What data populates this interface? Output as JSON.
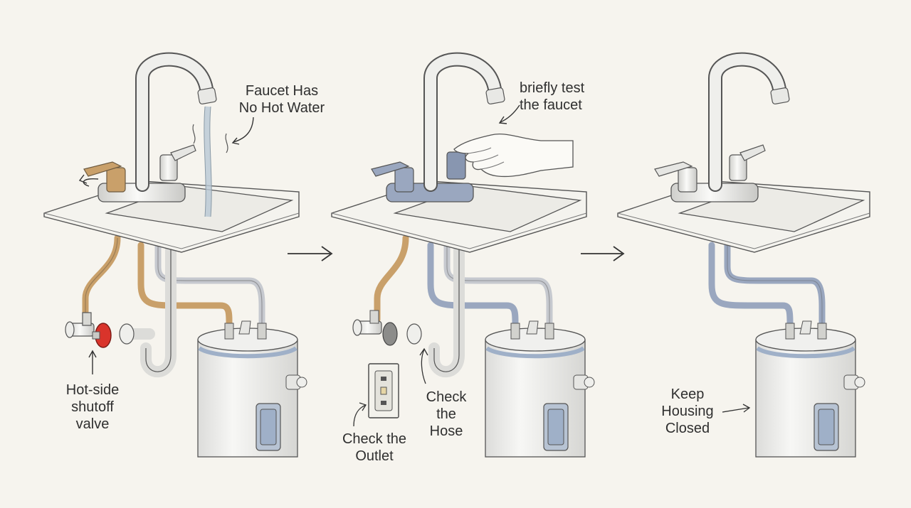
{
  "labels": {
    "faucet_no_hot_water": "Faucet Has\nNo Hot Water",
    "hot_side_shutoff": "Hot-side\nshutoff\nvalve",
    "briefly_test": "briefly test\nthe faucet",
    "check_outlet": "Check the\nOutlet",
    "check_hose": "Check\nthe\nHose",
    "keep_housing": "Keep\nHousing\nClosed"
  },
  "colors": {
    "background": "#f6f4ee",
    "line": "#4a4a4a",
    "hot_supply": "#c9a06a",
    "cold_supply": "#9aa7bf",
    "shutoff_handle": "#d9342b",
    "metal": "#e6e6e3",
    "tank": "#eeeeec",
    "tank_band": "#9fb0c8"
  },
  "icons": [
    "arrow-right-icon",
    "arrow-right-icon"
  ]
}
